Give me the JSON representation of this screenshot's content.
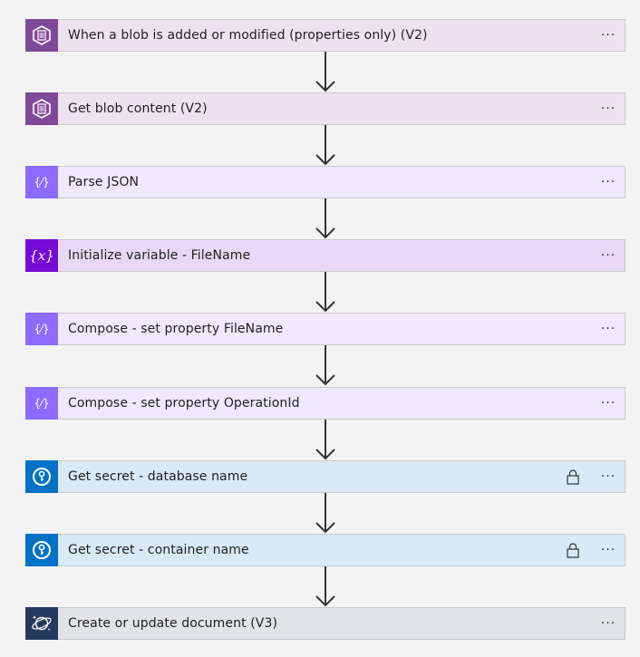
{
  "colors": {
    "blob_icon_bg": "#804998",
    "blob_card_bg": "#ede3ef",
    "dataops_icon_bg": "#8c6cff",
    "dataops_card_bg": "#efe9ff",
    "variable_icon_bg": "#770bd6",
    "variable_card_bg": "#e9d8f5",
    "keyvault_icon_bg": "#0072c6",
    "keyvault_card_bg": "#d9e9f7",
    "cosmos_icon_bg": "#243a5e",
    "cosmos_card_bg": "#e1e3e7"
  },
  "steps": [
    {
      "label": "When a blob is added or modified (properties only) (V2)",
      "icon": "blob-storage-icon",
      "kind": "blob",
      "locked": false
    },
    {
      "label": "Get blob content (V2)",
      "icon": "blob-storage-icon",
      "kind": "blob",
      "locked": false
    },
    {
      "label": "Parse JSON",
      "icon": "data-operation-icon",
      "kind": "dataops",
      "locked": false
    },
    {
      "label": "Initialize variable - FileName",
      "icon": "variable-icon",
      "kind": "variable",
      "locked": false
    },
    {
      "label": "Compose - set property FileName",
      "icon": "data-operation-icon",
      "kind": "dataops",
      "locked": false
    },
    {
      "label": "Compose - set property OperationId",
      "icon": "data-operation-icon",
      "kind": "dataops",
      "locked": false
    },
    {
      "label": "Get secret - database name",
      "icon": "key-vault-icon",
      "kind": "keyvault",
      "locked": true
    },
    {
      "label": "Get secret - container name",
      "icon": "key-vault-icon",
      "kind": "keyvault",
      "locked": true
    },
    {
      "label": "Create or update document (V3)",
      "icon": "cosmos-db-icon",
      "kind": "cosmos",
      "locked": false
    }
  ],
  "more_glyph": "···"
}
